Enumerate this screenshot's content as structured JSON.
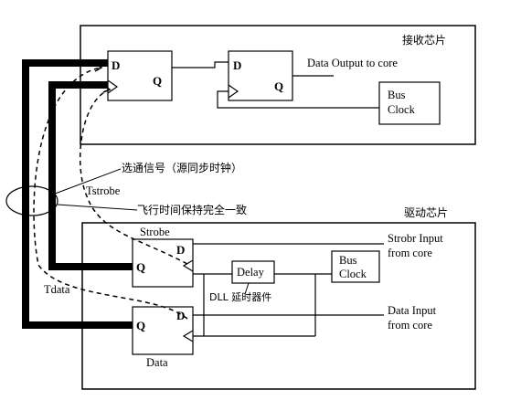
{
  "receiver": {
    "title": "接收芯片",
    "ff_d": "D",
    "ff_q": "Q",
    "ff2_d": "D",
    "ff2_q": "Q",
    "data_output": "Data Output to core",
    "bus_clock_line1": "Bus",
    "bus_clock_line2": "Clock"
  },
  "driver": {
    "title": "驱动芯片",
    "strobe_label": "Strobe",
    "strobe_d": "D",
    "strobe_q": "Q",
    "data_label": "Data",
    "data_d": "D",
    "data_q": "Q",
    "delay": "Delay",
    "dll_label": "DLL 延时器件",
    "bus_clock_line1": "Bus",
    "bus_clock_line2": "Clock",
    "strobe_input_line1": "Strobr Input",
    "strobe_input_line2": "from core",
    "data_input_line1": "Data Input",
    "data_input_line2": "from core"
  },
  "annotations": {
    "strobe_signal": "选通信号（源同步时钟）",
    "flight_time": "飞行时间保持完全一致",
    "tstrobe": "Tstrobe",
    "tdata": "Tdata"
  }
}
